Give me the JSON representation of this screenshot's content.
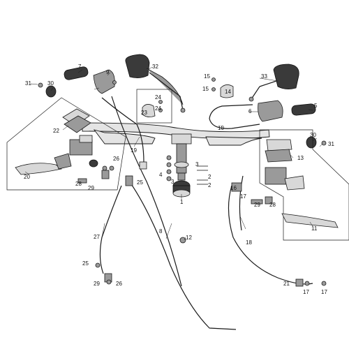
{
  "diagram": {
    "callouts": {
      "c1": "1",
      "c2a": "2",
      "c2b": "2",
      "c3a": "3",
      "c3b": "3",
      "c4": "4",
      "c5": "5",
      "c6": "6",
      "c7": "7",
      "c8": "8",
      "c9": "9",
      "c10": "10",
      "c11": "11",
      "c12": "12",
      "c13": "13",
      "c14": "14",
      "c15a": "15",
      "c15b": "15",
      "c16": "16",
      "c17a": "17",
      "c17b": "17",
      "c17c": "17",
      "c18": "18",
      "c19": "19",
      "c20": "20",
      "c21": "21",
      "c22": "22",
      "c23": "23",
      "c24a": "24",
      "c24b": "24",
      "c25a": "25",
      "c25b": "25",
      "c26a": "26",
      "c26b": "26",
      "c27": "27",
      "c28a": "28",
      "c28b": "28",
      "c29a": "29",
      "c29b": "29",
      "c29c": "29",
      "c30a": "30",
      "c30b": "30",
      "c31a": "31",
      "c31b": "31",
      "c32": "32",
      "c33": "33"
    },
    "colors": {
      "line": "#1a1a1a",
      "part_fill": "#9a9a9a",
      "background": "#ffffff"
    }
  }
}
